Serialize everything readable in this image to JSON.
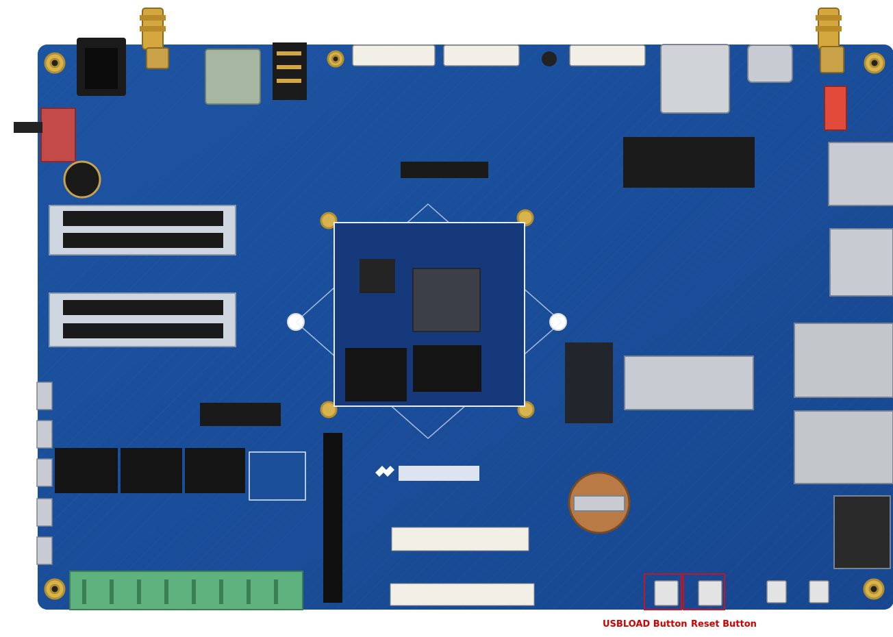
{
  "image": {
    "subject": "development-board-photo"
  },
  "annotations": {
    "usbload_label": "USBLOAD Button",
    "reset_label": "Reset Button",
    "highlight_color": "#c8141e",
    "label_color": "#d40000"
  },
  "colors": {
    "pcb": "#1b4f9a",
    "pcb_dark": "#163f80",
    "silkscreen": "#e8eef8",
    "terminal_green": "#5fb27e",
    "gold": "#c9a24a"
  }
}
